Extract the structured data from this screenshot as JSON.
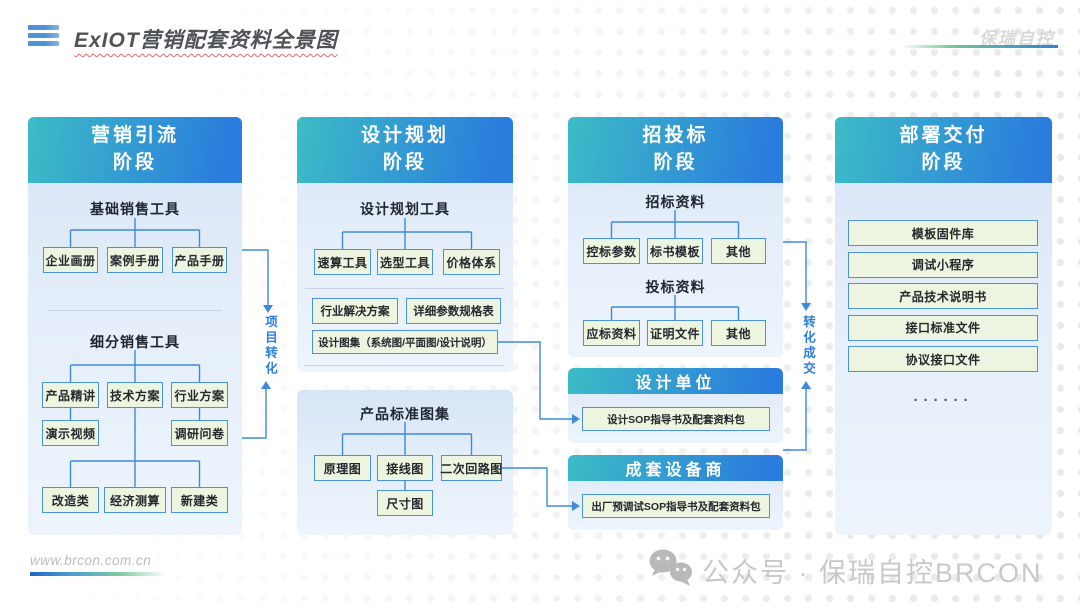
{
  "page": {
    "title": "ExIOT营销配套资料全景图",
    "brand": "保瑞自控",
    "footer_url": "www.brcon.com.cn",
    "footer_account": "公众号 · 保瑞自控BRCON"
  },
  "flows": {
    "left": "项目转化",
    "right": "转化成交"
  },
  "col1": {
    "header": [
      "营销引流",
      "阶段"
    ],
    "group1": {
      "label": "基础销售工具",
      "items": [
        "企业画册",
        "案例手册",
        "产品手册"
      ]
    },
    "group2": {
      "label": "细分销售工具",
      "row1": [
        "产品精讲",
        "技术方案",
        "行业方案"
      ],
      "row2_left": "演示视频",
      "row2_right": "调研问卷",
      "row3": [
        "改造类",
        "经济测算",
        "新建类"
      ]
    }
  },
  "col2": {
    "header": [
      "设计规划",
      "阶段"
    ],
    "group1": {
      "label": "设计规划工具",
      "items": [
        "速算工具",
        "选型工具",
        "价格体系"
      ]
    },
    "group2": {
      "items": [
        "行业解决方案",
        "详细参数规格表"
      ],
      "wide": "设计图集（系统图/平面图/设计说明）"
    },
    "group3": {
      "label": "产品标准图集",
      "items": [
        "原理图",
        "接线图",
        "二次回路图"
      ],
      "sub": "尺寸图"
    }
  },
  "col3": {
    "header": [
      "招投标",
      "阶段"
    ],
    "group1": {
      "label": "招标资料",
      "items": [
        "控标参数",
        "标书模板",
        "其他"
      ]
    },
    "group2": {
      "label": "投标资料",
      "items": [
        "应标资料",
        "证明文件",
        "其他"
      ]
    },
    "design_unit": {
      "title": "设计单位",
      "box": "设计SOP指导书及配套资料包"
    },
    "equipment": {
      "title": "成套设备商",
      "box": "出厂预调试SOP指导书及配套资料包"
    }
  },
  "col4": {
    "header": [
      "部署交付",
      "阶段"
    ],
    "items": [
      "模板固件库",
      "调试小程序",
      "产品技术说明书",
      "接口标准文件",
      "协议接口文件"
    ],
    "more": "······"
  },
  "colors": {
    "header_gradient_start": "#3cbcc6",
    "header_gradient_end": "#2b7ddd",
    "panel_bg": "#dce8f7",
    "box_bg": "#edf4df",
    "box_border": "#4a93da",
    "connector": "#3f8ad8",
    "flow_text": "#2b7de0"
  }
}
